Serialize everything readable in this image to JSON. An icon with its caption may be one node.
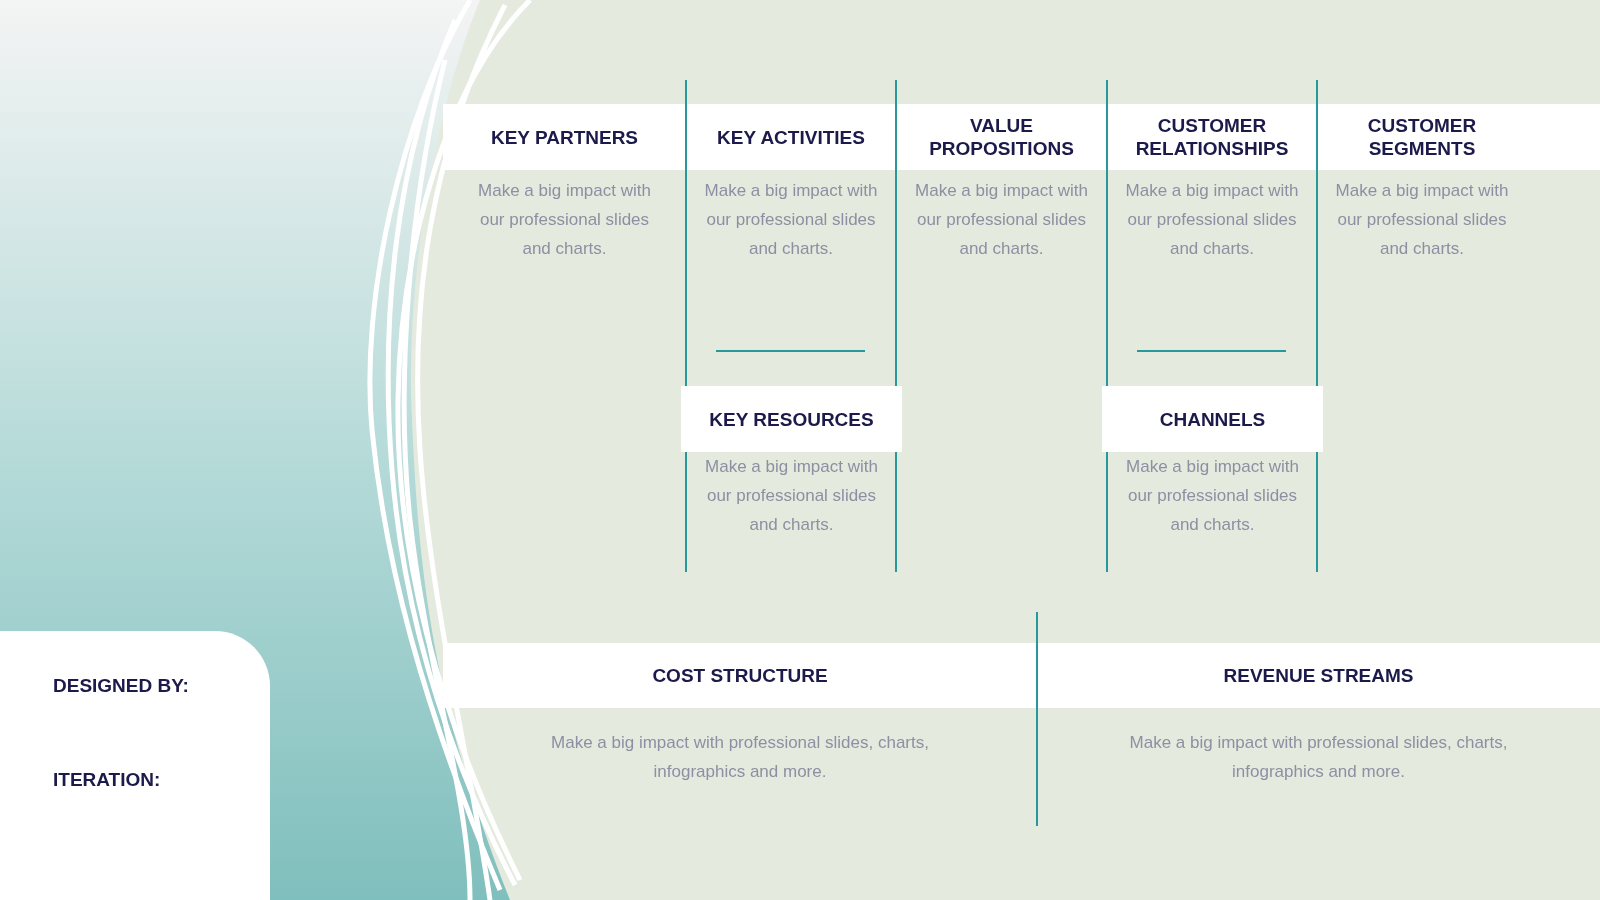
{
  "diagram": {
    "nodes": [
      {
        "text": [
          "KEY PARTNERS",
          "Make a big impact with our professional slides and charts."
        ]
      },
      {
        "text": [
          "KEY ACTIVITIES",
          "Make a big impact with our professional slides and charts."
        ]
      },
      {
        "text": [
          "KEY RESOURCES",
          "Make a big impact with our professional slides and charts."
        ]
      },
      {
        "text": [
          "VALUE PROPOSITIONS",
          "Make a big impact with our professional slides and charts."
        ]
      },
      {
        "text": [
          "CUSTOMER RELATIONSHIPS",
          "Make a big impact with our professional slides and charts."
        ]
      },
      {
        "text": [
          "CHANNELS",
          "Make a big impact with our professional slides and charts."
        ]
      },
      {
        "text": [
          "CUSTOMER SEGMENTS",
          "Make a big impact with our professional slides and charts."
        ]
      },
      {
        "text": [
          "COST STRUCTURE",
          "Make a big impact with professional slides, charts, infographics and more."
        ]
      },
      {
        "text": [
          "REVENUE STREAMS",
          "Make a big impact with professional slides, charts, infographics and more."
        ]
      },
      {
        "text": [
          "DESIGNED BY:",
          "ITERATION:"
        ]
      }
    ]
  }
}
